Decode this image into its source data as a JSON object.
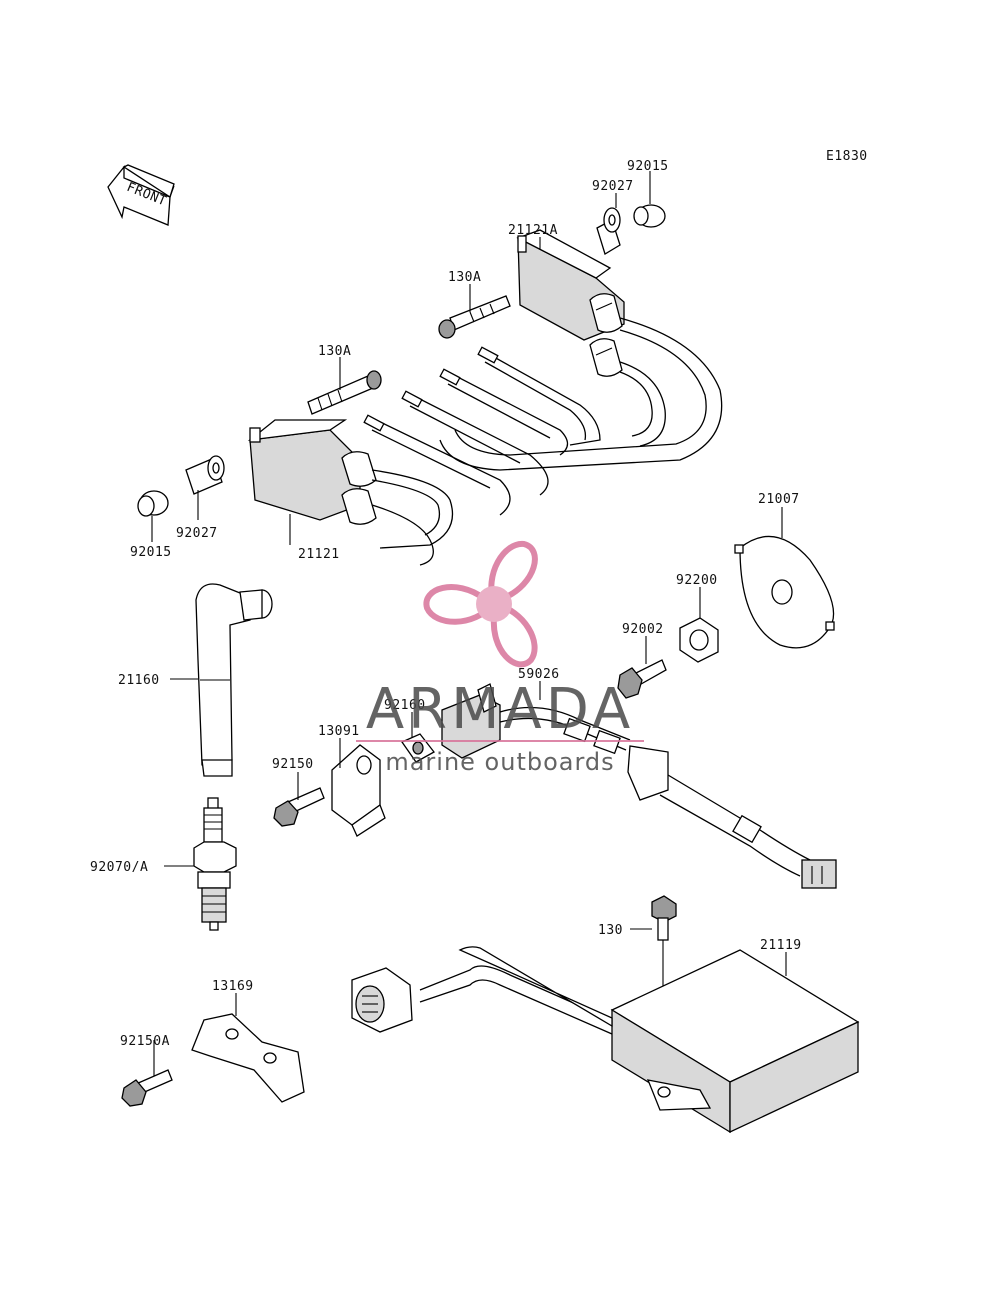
{
  "diagram": {
    "code": "E1830",
    "front_arrow": "FRONT",
    "callouts": [
      {
        "id": "92015_top",
        "text": "92015"
      },
      {
        "id": "92027_top",
        "text": "92027"
      },
      {
        "id": "21121A",
        "text": "21121A"
      },
      {
        "id": "130A_top",
        "text": "130A"
      },
      {
        "id": "130A_mid",
        "text": "130A"
      },
      {
        "id": "92027_left",
        "text": "92027"
      },
      {
        "id": "92015_left",
        "text": "92015"
      },
      {
        "id": "21121",
        "text": "21121"
      },
      {
        "id": "21007",
        "text": "21007"
      },
      {
        "id": "92200",
        "text": "92200"
      },
      {
        "id": "92002",
        "text": "92002"
      },
      {
        "id": "21160",
        "text": "21160"
      },
      {
        "id": "59026",
        "text": "59026"
      },
      {
        "id": "92160",
        "text": "92160"
      },
      {
        "id": "13091",
        "text": "13091"
      },
      {
        "id": "92150",
        "text": "92150"
      },
      {
        "id": "92070A",
        "text": "92070/A"
      },
      {
        "id": "130",
        "text": "130"
      },
      {
        "id": "21119",
        "text": "21119"
      },
      {
        "id": "13169",
        "text": "13169"
      },
      {
        "id": "92150A",
        "text": "92150A"
      }
    ]
  },
  "watermark": {
    "brand": "ARMADA",
    "tagline": "marine outboards",
    "logo_color": "#d8739a"
  }
}
